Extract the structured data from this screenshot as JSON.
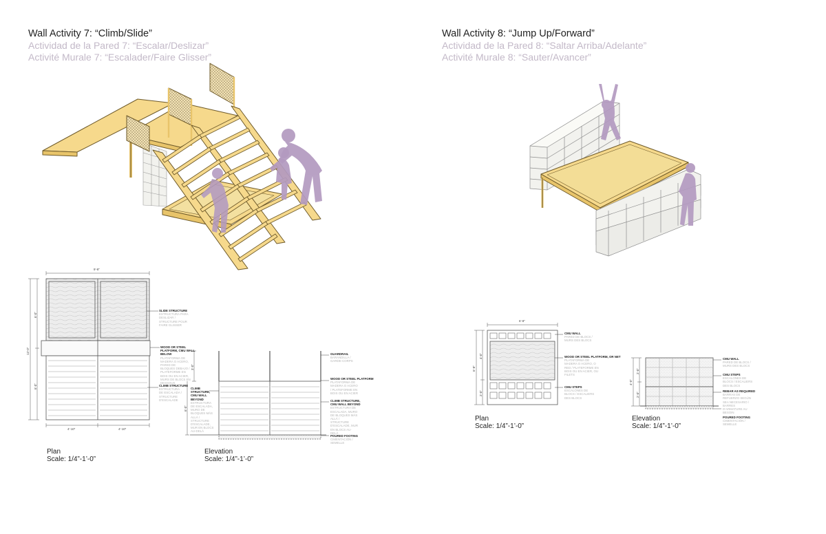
{
  "activity7": {
    "title_en": "Wall Activity 7: “Climb/Slide”",
    "title_es": "Actividad de la Pared 7: “Escalar/Deslizar”",
    "title_fr": "Activité Murale 7: “Escalader/Faire Glisser”",
    "plan_label": "Plan",
    "plan_scale": "Scale: 1/4”-1’-0”",
    "elev_label": "Elevation",
    "elev_scale": "Scale: 1/4”-1’-0”",
    "dims": {
      "top": "9’-8”",
      "left_total": "13’-0”",
      "left_upper": "6’-0”",
      "left_lower": "6’-0”",
      "bottom_left": "4’-10”",
      "bottom_right": "4’-10”",
      "elev_rail": "3’-0”",
      "elev_height": "6’-0”"
    },
    "notes": {
      "slide_h": "SLIDE STRUCTURE",
      "slide_g": "ESTRUCTURA PARA DESLIZAR / STRUCTURE POUR FAIRE GLISSER",
      "platform_h": "WOOD OR STEEL PLATFORM, CMU WALL BELOW",
      "platform_g": "PLATAFORMA DE MADERA O ACERO, PARED DE BLOQUES DEBAJO / PLATEFORME EN BOIS OU EN ACIER, MURS DE BLOCS EN DESSOUS",
      "climb_h": "CLIMB STRUCTURE",
      "climb_g": "ESTRUCTURA DE ESCALADA / STRUCTURE D’ESCALADE",
      "climb_wall_h": "CLIMB STRUCTURE, CMU WALL BEYOND",
      "climb_wall_g": "ESTRUCTURA DE ESCALADA, MURO DE BLOQUES MÁS ALLÁ / STRUCTURE D’ESCALADE, MUR EN BLOCS AU-DELÀ",
      "guardrail_h": "GUARDRAIL",
      "guardrail_g": "BARANDILLA / GARDE-CORPS",
      "elev_platform_h": "WOOD OR STEEL PLATFORM",
      "elev_platform_g": "PLATAFORMA DE MADERA O ACERO / PLATEFORME EN BOIS OU EN ACIER",
      "elev_climb_h": "CLIMB STRUCTURE, CMU WALL BEYOND",
      "elev_climb_g": "ESTRUCTURA DE ESCALADA, MURO DE BLOQUES MÁS ALLÁ / STRUCTURE D’ESCALADE, MUR EN BLOCS AU-DELÀ",
      "footing_h": "POURED FOOTING",
      "footing_g": "CIMENTACIÓN / SEMELLE"
    }
  },
  "activity8": {
    "title_en": "Wall Activity 8: “Jump Up/Forward”",
    "title_es": "Actividad de la Pared 8: “Saltar Arriba/Adelante”",
    "title_fr": "Activité Murale 8: “Sauter/Avancer”",
    "plan_label": "Plan",
    "plan_scale": "Scale: 1/4”-1’-0”",
    "elev_label": "Elevation",
    "elev_scale": "Scale: 1/4”-1’-0”",
    "dims": {
      "top": "6’-8”",
      "left_total": "6’-8”",
      "left_upper": "4’-0”",
      "left_lower": "2’-0”",
      "elev_total": "4’-0”",
      "elev_a": "2’-0”",
      "elev_b": "2’-0”"
    },
    "notes": {
      "cmu_wall_h": "CMU WALL",
      "cmu_wall_g": "PARED DE BLOCS / MURS DES BLOCS",
      "platform_h": "WOOD OR STEEL PLATFORM, OR NET",
      "platform_g": "PLATAFORMA DE MADERA O ACERO, O RED / PLATEFORME EN BOIS OU EN ACIER, OU FILETS",
      "steps_h": "CMU STEPS",
      "steps_g": "ESCALONES DE BLOCS / ESCALIERS DES BLOCS",
      "e_wall_h": "CMU WALL",
      "e_wall_g": "PARED DE BLOCS / MURS DES BLOCS",
      "e_steps_h": "CMU STEPS",
      "e_steps_g": "ESCALONES DE BLOCS / ESCALIERS DES BLOCS",
      "rebar_h": "REBAR AS REQUIRED",
      "rebar_g": "BARRAS DE REFUERZO SEGÚN SEA NECESARIO / BARRES D’ARMATURE AU BESOIN",
      "footing_h": "POURED FOOTING",
      "footing_g": "CIMENTACIÓN / SEMELLE"
    }
  },
  "colors": {
    "wood": "#f6d98c",
    "wood_dark": "#e8c46a",
    "outline": "#6e5a2a",
    "figure": "#b39ac0",
    "cmu": "#f2f2ee",
    "title_grey": "#c3b9c8"
  }
}
